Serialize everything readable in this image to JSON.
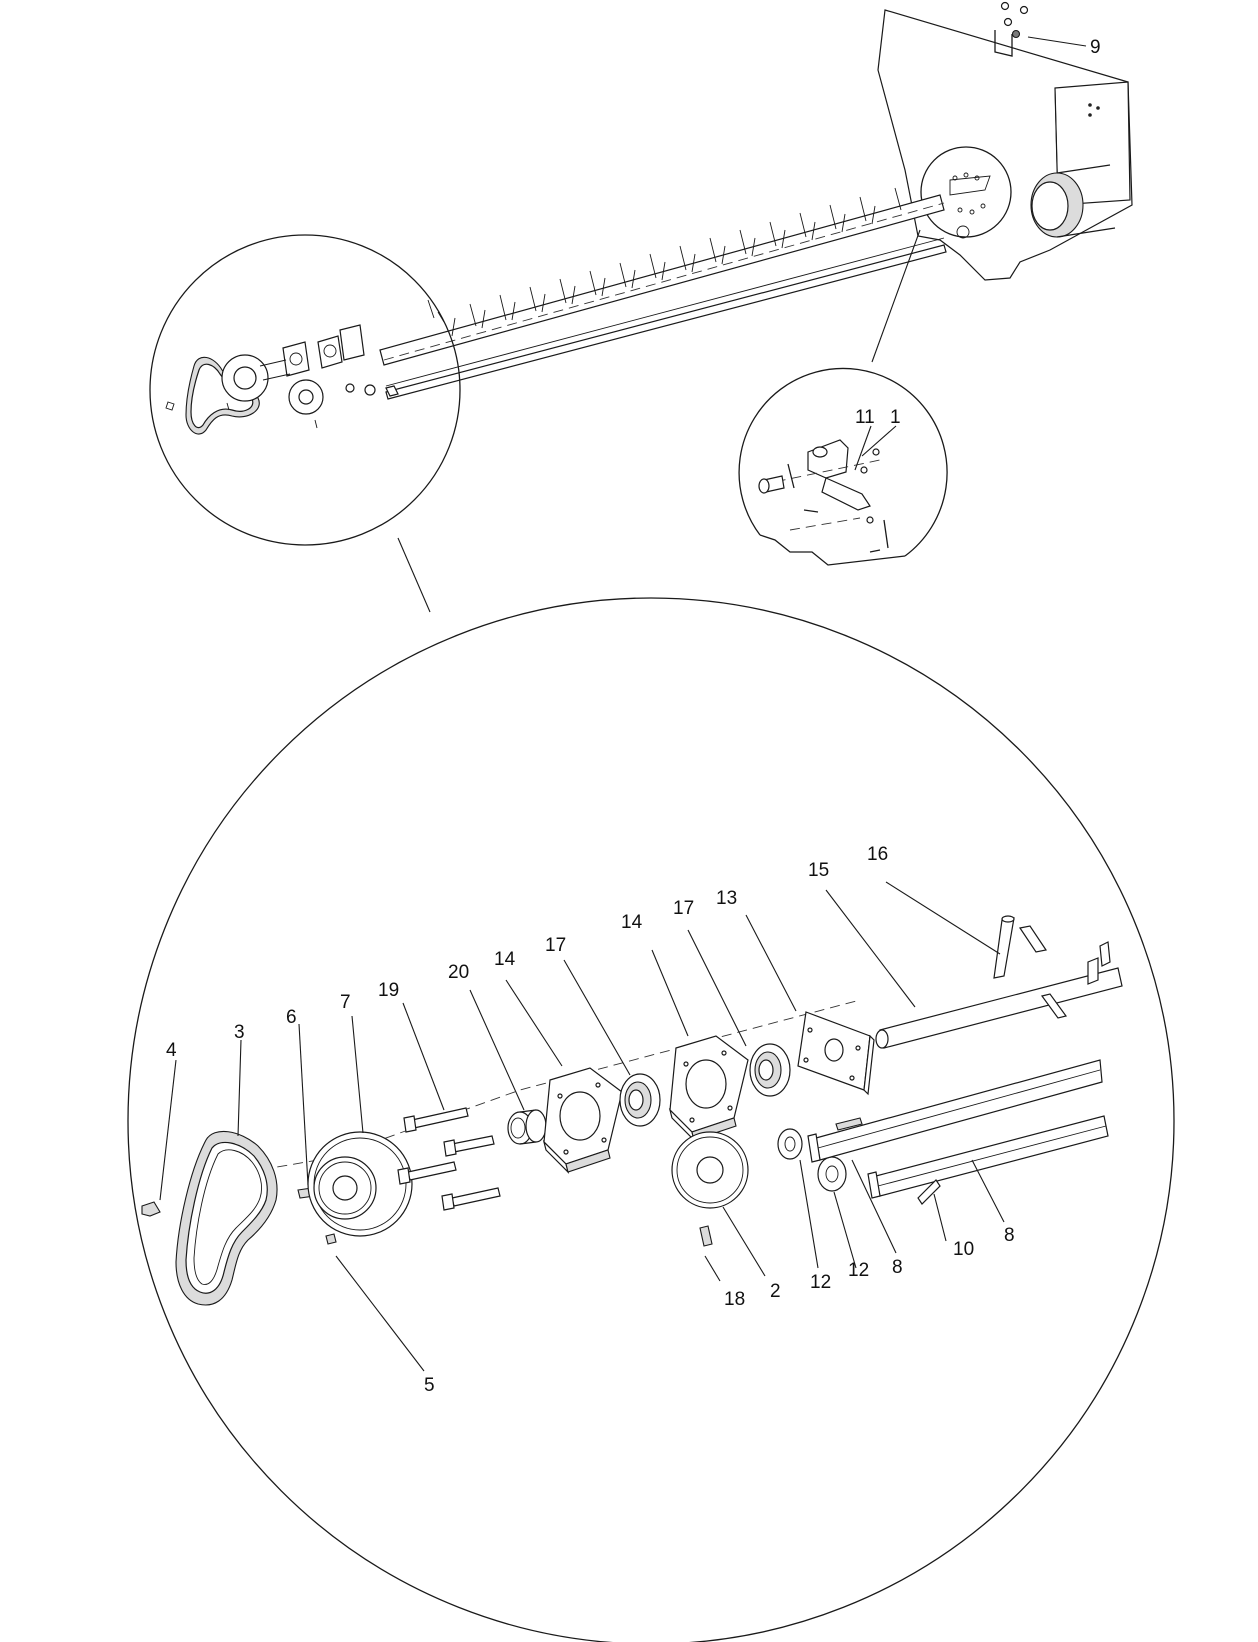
{
  "diagram": {
    "callouts": [
      {
        "id": "c9",
        "text": "9"
      },
      {
        "id": "c11",
        "text": "11"
      },
      {
        "id": "c1",
        "text": "1"
      },
      {
        "id": "c16",
        "text": "16"
      },
      {
        "id": "c15",
        "text": "15"
      },
      {
        "id": "c13",
        "text": "13"
      },
      {
        "id": "c14a",
        "text": "14"
      },
      {
        "id": "c17a",
        "text": "17"
      },
      {
        "id": "c17b",
        "text": "17"
      },
      {
        "id": "c14b",
        "text": "14"
      },
      {
        "id": "c20",
        "text": "20"
      },
      {
        "id": "c19",
        "text": "19"
      },
      {
        "id": "c7",
        "text": "7"
      },
      {
        "id": "c6",
        "text": "6"
      },
      {
        "id": "c3",
        "text": "3"
      },
      {
        "id": "c4",
        "text": "4"
      },
      {
        "id": "c5",
        "text": "5"
      },
      {
        "id": "c18",
        "text": "18"
      },
      {
        "id": "c2",
        "text": "2"
      },
      {
        "id": "c12a",
        "text": "12"
      },
      {
        "id": "c12b",
        "text": "12"
      },
      {
        "id": "c8a",
        "text": "8"
      },
      {
        "id": "c10",
        "text": "10"
      },
      {
        "id": "c8b",
        "text": "8"
      }
    ]
  }
}
